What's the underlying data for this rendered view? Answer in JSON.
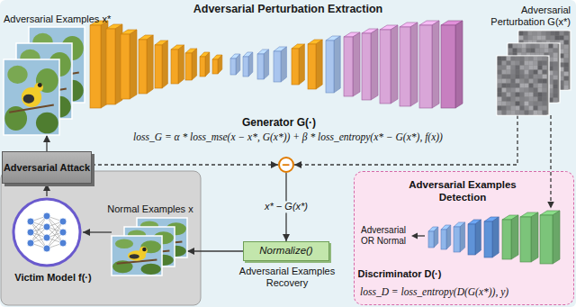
{
  "diagram": {
    "nodes": [
      {
        "text": [
          "Adversarial Perturbation Extraction"
        ]
      },
      {
        "text": [
          "Adversarial Examples x*"
        ],
        "in": 0
      },
      {
        "text": [
          "Generator G(·)"
        ],
        "in": 0
      },
      {
        "text": [
          "Adversarial Perturbation G(x*)"
        ],
        "in": 0
      },
      {
        "text": [
          "−"
        ],
        "in": 0
      },
      {
        "text": [
          "Adversarial Attack"
        ],
        "in": 0
      },
      {
        "text": [
          "Victim Model f(·)"
        ],
        "in": 0
      },
      {
        "text": [
          "Normal Examples x"
        ],
        "in": 0
      },
      {
        "text": [
          "Normalize()",
          "Adversarial Examples Recovery"
        ],
        "in": 0
      },
      {
        "text": [
          "Adversarial Examples Detection"
        ],
        "in": 0
      },
      {
        "text": [
          "Discriminator D(·)"
        ],
        "in": 9
      }
    ],
    "edges": [
      {
        "from": 5,
        "to": 1,
        "arrow": "to"
      },
      {
        "from": 6,
        "to": 5,
        "arrow": "to"
      },
      {
        "from": 7,
        "to": 6,
        "arrow": "to"
      },
      {
        "from": 8,
        "to": 7,
        "arrow": "to"
      },
      {
        "from": 5,
        "to": 4,
        "arrow": "to"
      },
      {
        "from": 3,
        "to": 4,
        "arrow": "to"
      },
      {
        "from": 3,
        "to": 10,
        "arrow": "to"
      },
      {
        "from": 4,
        "to": 8,
        "label": "x* − G(x*)",
        "arrow": "to"
      }
    ],
    "labels": [
      "loss_G = α * loss_mse(x − x*, G(x*)) + β * loss_entropy(x* − G(x*), f(x))",
      "Adversarial OR Normal",
      "loss_D = loss_entropy(D(G(x*)), y)"
    ]
  }
}
